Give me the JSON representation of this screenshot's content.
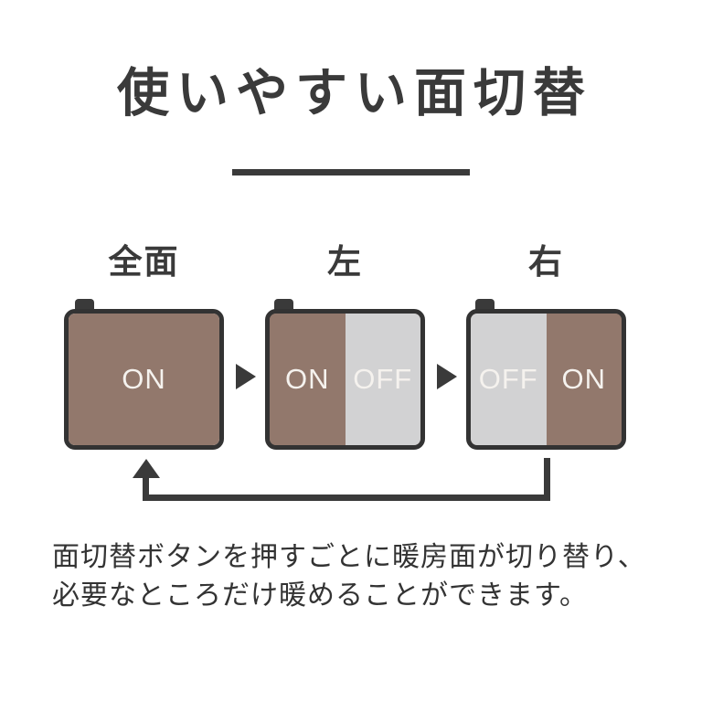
{
  "title": "使いやすい面切替",
  "modes": [
    {
      "label": "全面",
      "segments": [
        {
          "state": "ON",
          "tone": "on"
        }
      ]
    },
    {
      "label": "左",
      "segments": [
        {
          "state": "ON",
          "tone": "on"
        },
        {
          "state": "OFF",
          "tone": "off"
        }
      ]
    },
    {
      "label": "右",
      "segments": [
        {
          "state": "OFF",
          "tone": "off"
        },
        {
          "state": "ON",
          "tone": "on"
        }
      ]
    }
  ],
  "description": {
    "line1": "面切替ボタンを押すごとに暖房面が切り替り、",
    "line2": "必要なところだけ暖めることができます。"
  },
  "colors": {
    "heading_text": "#3a3a3a",
    "body_text": "#333333",
    "panel_on": "#92786c",
    "panel_off": "#d2d2d3",
    "panel_border": "#333333",
    "panel_label_text": "#f5f2ee",
    "arrow": "#3a3a3a"
  }
}
